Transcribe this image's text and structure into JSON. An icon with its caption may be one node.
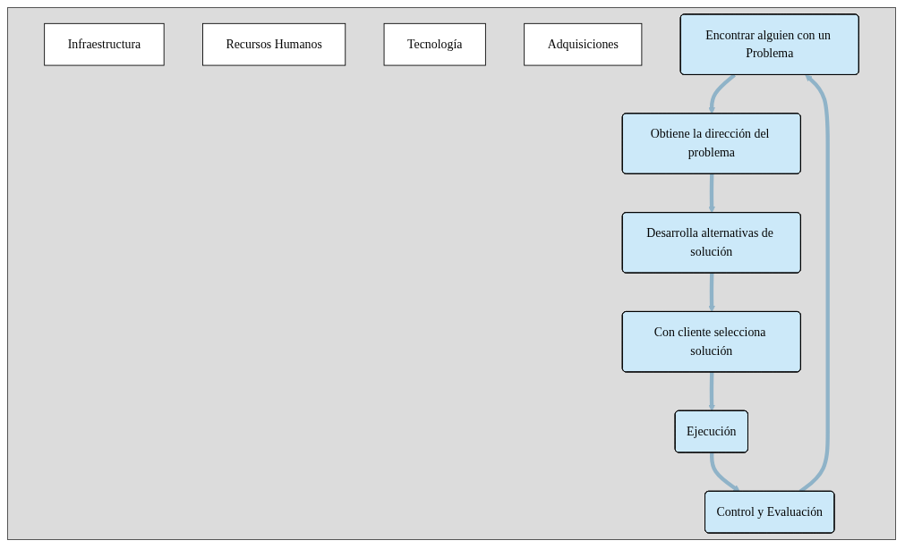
{
  "diagram": {
    "nodes": [
      {
        "text": [
          "Infraestructura"
        ]
      },
      {
        "text": [
          "Recursos Humanos"
        ]
      },
      {
        "text": [
          "Tecnología"
        ]
      },
      {
        "text": [
          "Adquisiciones"
        ]
      },
      {
        "text": [
          "Encontrar alguien con un Problema"
        ]
      },
      {
        "text": [
          "Obtiene la dirección del problema"
        ]
      },
      {
        "text": [
          "Desarrolla alternativas de solución"
        ]
      },
      {
        "text": [
          "Control y Evaluación"
        ]
      },
      {
        "text": [
          "Ejecución"
        ]
      },
      {
        "text": [
          "Con cliente selecciona solución"
        ]
      }
    ],
    "edges": [
      {
        "from": 4,
        "to": 5,
        "arrow": "to"
      },
      {
        "from": 5,
        "to": 6,
        "arrow": "to"
      },
      {
        "from": 6,
        "to": 9,
        "arrow": "to"
      },
      {
        "from": 9,
        "to": 8,
        "arrow": "to"
      },
      {
        "from": 8,
        "to": 7,
        "arrow": "to"
      },
      {
        "from": 7,
        "to": 4,
        "arrow": "to"
      }
    ]
  }
}
